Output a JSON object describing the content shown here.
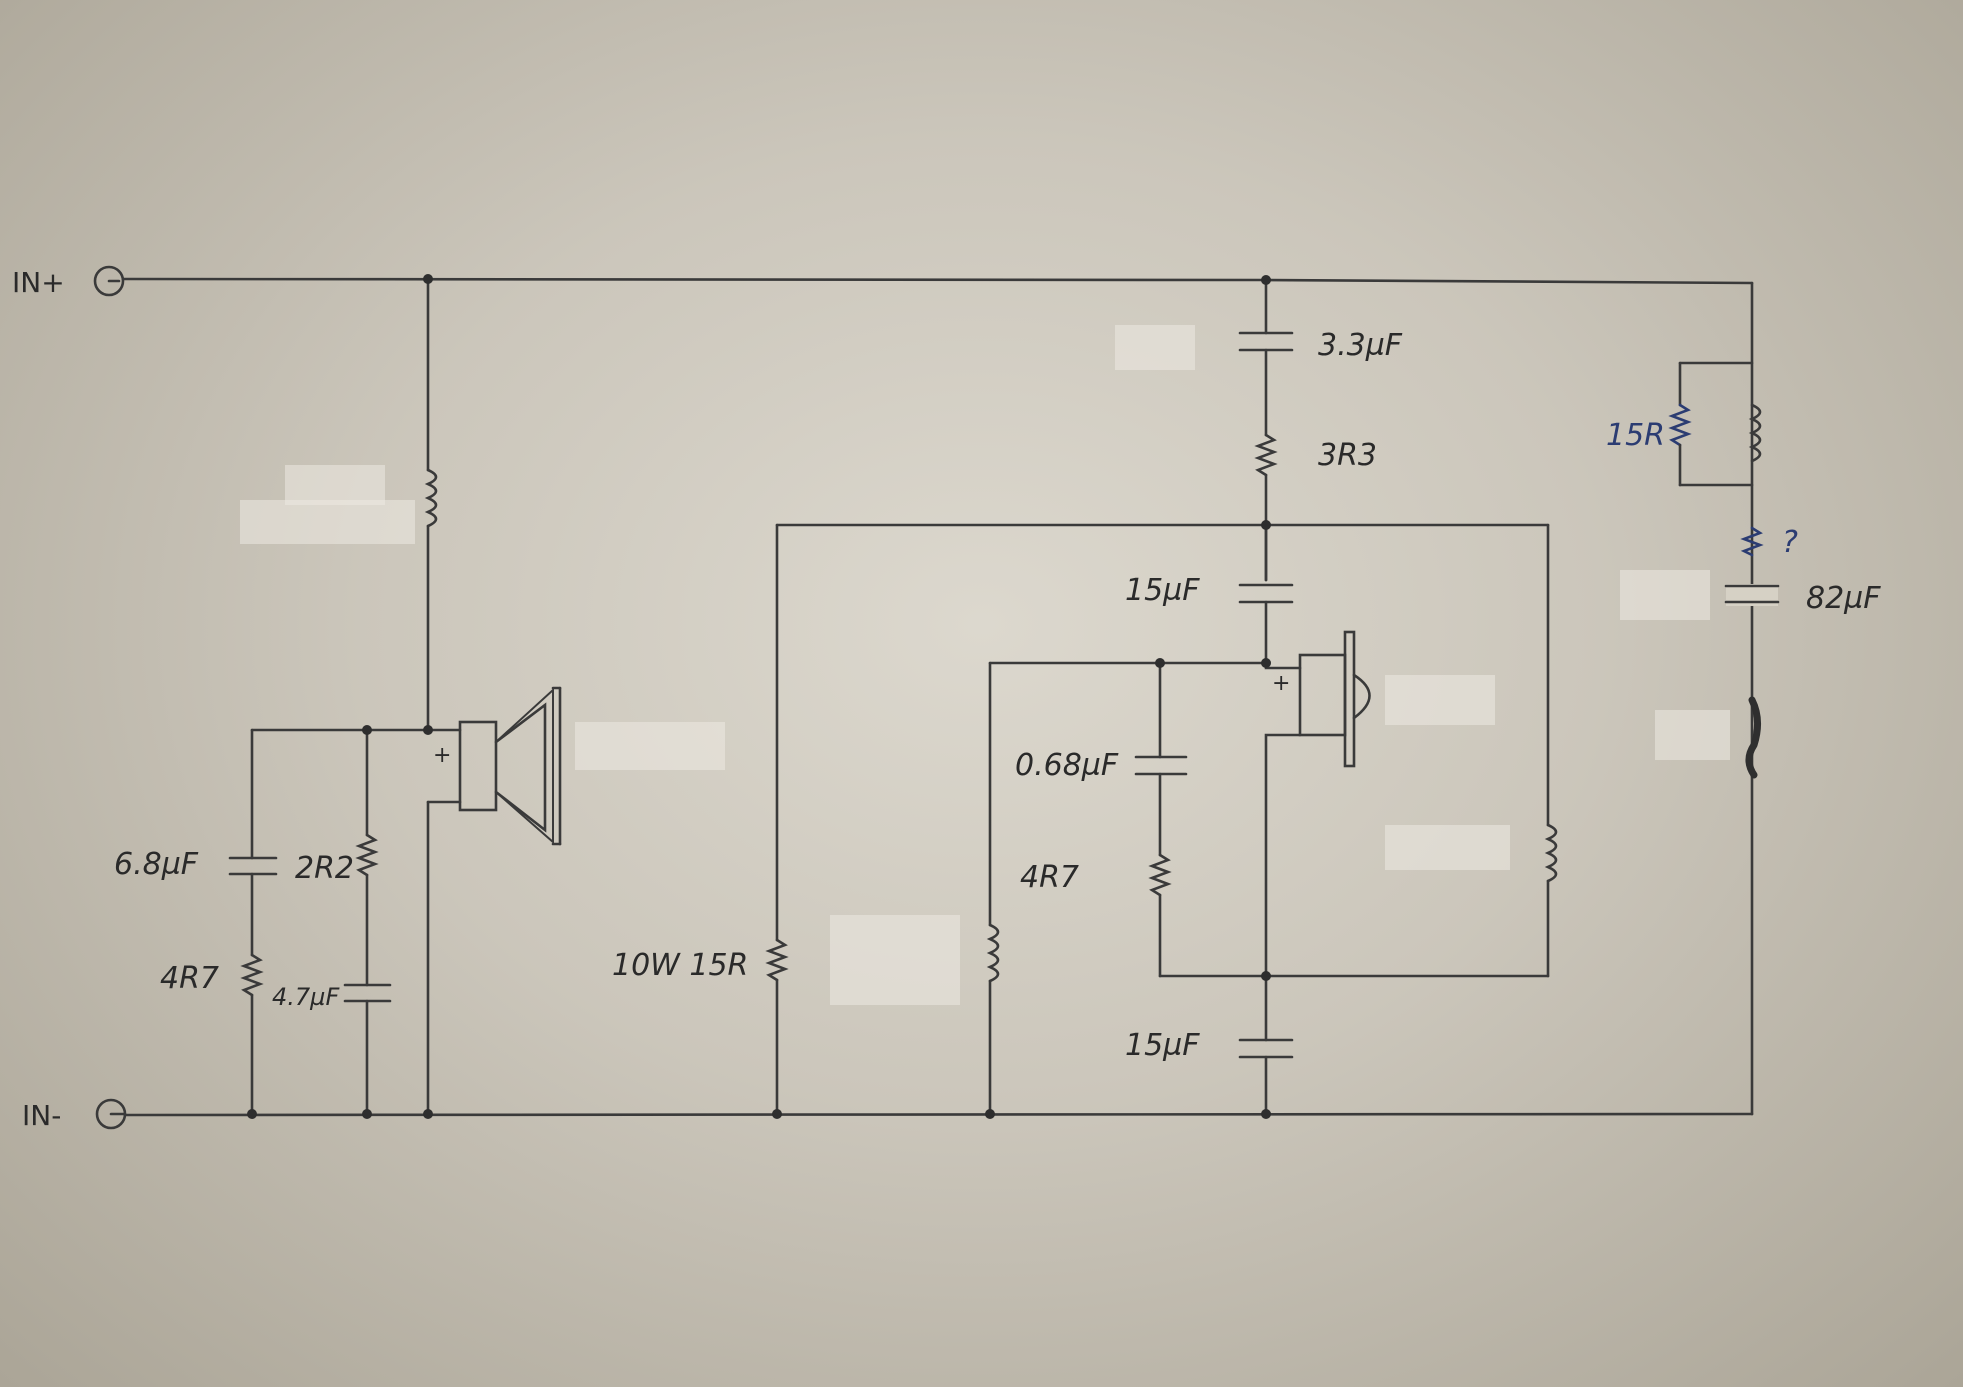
{
  "ports": {
    "in_plus": "IN+",
    "in_minus": "IN-"
  },
  "components": {
    "cap_top": "3.3µF",
    "res_top": "3R3",
    "cap_mid": "15µF",
    "cap_bot": "15µF",
    "cap_068": "0.68µF",
    "res_4r7_mid": "4R7",
    "res_15r_left": "10W 15R",
    "cap_left": "6.8µF",
    "res_2r2": "2R2",
    "res_4r7_left": "4R7",
    "cap_4u7": "4.7µF",
    "res_15r_right": "15R",
    "unknown_mark": "?",
    "cap_82": "82µF"
  },
  "symbols": {
    "plus_sign": "+"
  },
  "colors": {
    "ink": "#3a3a3a",
    "blue_ink": "#2b3c72",
    "paper": "#d6d1c5"
  }
}
